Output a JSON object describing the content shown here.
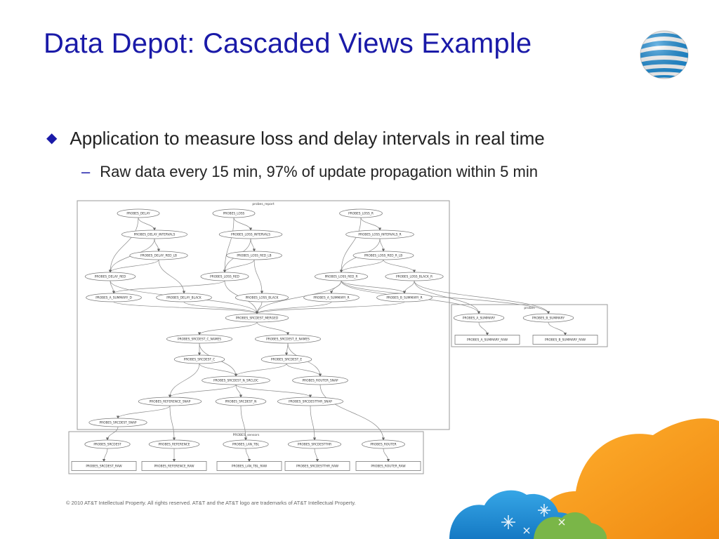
{
  "slide": {
    "title": "Data Depot: Cascaded Views Example",
    "bullet1": "Application to measure loss and delay intervals in real time",
    "bullet2": "Raw data every 15 min, 97% of update propagation within 5 min",
    "footer": "© 2010 AT&T Intellectual Property. All rights reserved. AT&T and the AT&T logo are trademarks of AT&T Intellectual Property."
  },
  "colors": {
    "title": "#1a1aa8",
    "logo_blue": "#1f8ed6",
    "cloud_orange": "#f39a1e",
    "cloud_blue": "#1a8fd6",
    "cloud_green": "#7ab648"
  },
  "icons": {
    "logo": "att-globe-logo",
    "bullet": "diamond-bullet",
    "sub_bullet": "en-dash"
  },
  "diagram": {
    "clusters": [
      {
        "id": "report",
        "label": "probes_report"
      },
      {
        "id": "probes",
        "label": "probes"
      },
      {
        "id": "sensors",
        "label": "PROBES_sensors"
      }
    ],
    "nodes": [
      {
        "id": "n1",
        "label": "PROBES_DELAY",
        "shape": "ellipse"
      },
      {
        "id": "n2",
        "label": "PROBES_LOSS",
        "shape": "ellipse"
      },
      {
        "id": "n3",
        "label": "PROBES_LOSS_R",
        "shape": "ellipse"
      },
      {
        "id": "n4",
        "label": "PROBES_DELAY_INTERVALS",
        "shape": "ellipse"
      },
      {
        "id": "n5",
        "label": "PROBES_LOSS_INTERVALS",
        "shape": "ellipse"
      },
      {
        "id": "n6",
        "label": "PROBES_LOSS_INTERVALS_R",
        "shape": "ellipse"
      },
      {
        "id": "n7",
        "label": "PROBES_DELAY_RED_LB",
        "shape": "ellipse"
      },
      {
        "id": "n8",
        "label": "PROBES_LOSS_RED_LB",
        "shape": "ellipse"
      },
      {
        "id": "n9",
        "label": "PROBES_LOSS_RED_R_LB",
        "shape": "ellipse"
      },
      {
        "id": "n10",
        "label": "PROBES_DELAY_RED",
        "shape": "ellipse"
      },
      {
        "id": "n11",
        "label": "PROBES_LOSS_RED",
        "shape": "ellipse"
      },
      {
        "id": "n12",
        "label": "PROBES_LOSS_RED_R",
        "shape": "ellipse"
      },
      {
        "id": "n13",
        "label": "PROBES_LOSS_BLACK_R",
        "shape": "ellipse"
      },
      {
        "id": "n14",
        "label": "PROBES_A_SUMMARY_D",
        "shape": "ellipse"
      },
      {
        "id": "n15",
        "label": "PROBES_DELAY_BLACK",
        "shape": "ellipse"
      },
      {
        "id": "n16",
        "label": "PROBES_LOSS_BLACK",
        "shape": "ellipse"
      },
      {
        "id": "n17",
        "label": "PROBES_A_SUMMARY_R",
        "shape": "ellipse"
      },
      {
        "id": "n18",
        "label": "PROBES_B_SUMMARY_R",
        "shape": "ellipse"
      },
      {
        "id": "n19",
        "label": "PROBES_A_SUMMARY",
        "shape": "ellipse"
      },
      {
        "id": "n20",
        "label": "PROBES_B_SUMMARY",
        "shape": "ellipse"
      },
      {
        "id": "n21",
        "label": "PROBES_SRCDEST_MERGED",
        "shape": "ellipse"
      },
      {
        "id": "n22",
        "label": "PROBES_A_SUMMARY_RAW",
        "shape": "box"
      },
      {
        "id": "n23",
        "label": "PROBES_B_SUMMARY_RAW",
        "shape": "box"
      },
      {
        "id": "n24",
        "label": "PROBES_SRCDEST_C_NAMES",
        "shape": "ellipse"
      },
      {
        "id": "n25",
        "label": "PROBES_SRCDEST_E_NAMES",
        "shape": "ellipse"
      },
      {
        "id": "n26",
        "label": "PROBES_SRCDEST_C",
        "shape": "ellipse"
      },
      {
        "id": "n27",
        "label": "PROBES_SRCDEST_E",
        "shape": "ellipse"
      },
      {
        "id": "n28",
        "label": "PROBES_SRCDEST_N_SRCLOC",
        "shape": "ellipse"
      },
      {
        "id": "n29",
        "label": "PROBES_ROUTER_SNAP",
        "shape": "ellipse"
      },
      {
        "id": "n30",
        "label": "PROBES_REFERENCE_SNAP",
        "shape": "ellipse"
      },
      {
        "id": "n31",
        "label": "PROBES_SRCDEST_N",
        "shape": "ellipse"
      },
      {
        "id": "n32",
        "label": "PROBES_SRCDESTTHR_SNAP",
        "shape": "ellipse"
      },
      {
        "id": "n33",
        "label": "PROBES_SRCDEST_SNAP",
        "shape": "ellipse"
      },
      {
        "id": "n34",
        "label": "PROBES_SRCDEST",
        "shape": "ellipse"
      },
      {
        "id": "n35",
        "label": "PROBES_REFERENCE",
        "shape": "ellipse"
      },
      {
        "id": "n36",
        "label": "PROBES_LAN_TBL",
        "shape": "ellipse"
      },
      {
        "id": "n37",
        "label": "PROBES_SRCDESTTHR",
        "shape": "ellipse"
      },
      {
        "id": "n38",
        "label": "PROBES_ROUTER",
        "shape": "ellipse"
      },
      {
        "id": "n39",
        "label": "PROBES_SRCDEST_RAW",
        "shape": "box"
      },
      {
        "id": "n40",
        "label": "PROBES_REFERENCE_RAW",
        "shape": "box"
      },
      {
        "id": "n41",
        "label": "PROBES_LAN_TBL_RAW",
        "shape": "box"
      },
      {
        "id": "n42",
        "label": "PROBES_SRCDESTTHR_RAW",
        "shape": "box"
      },
      {
        "id": "n43",
        "label": "PROBES_ROUTER_RAW",
        "shape": "box"
      }
    ],
    "edges": [
      [
        "n1",
        "n4"
      ],
      [
        "n1",
        "n10"
      ],
      [
        "n2",
        "n5"
      ],
      [
        "n2",
        "n11"
      ],
      [
        "n3",
        "n6"
      ],
      [
        "n3",
        "n12"
      ],
      [
        "n4",
        "n7"
      ],
      [
        "n4",
        "n10"
      ],
      [
        "n5",
        "n8"
      ],
      [
        "n5",
        "n11"
      ],
      [
        "n6",
        "n9"
      ],
      [
        "n6",
        "n12"
      ],
      [
        "n7",
        "n10"
      ],
      [
        "n7",
        "n15"
      ],
      [
        "n8",
        "n11"
      ],
      [
        "n8",
        "n16"
      ],
      [
        "n9",
        "n12"
      ],
      [
        "n9",
        "n13"
      ],
      [
        "n10",
        "n14"
      ],
      [
        "n10",
        "n21"
      ],
      [
        "n11",
        "n14"
      ],
      [
        "n11",
        "n21"
      ],
      [
        "n12",
        "n17"
      ],
      [
        "n12",
        "n18"
      ],
      [
        "n12",
        "n21"
      ],
      [
        "n13",
        "n18"
      ],
      [
        "n13",
        "n19"
      ],
      [
        "n13",
        "n20"
      ],
      [
        "n14",
        "n21"
      ],
      [
        "n15",
        "n21"
      ],
      [
        "n16",
        "n21"
      ],
      [
        "n17",
        "n21"
      ],
      [
        "n18",
        "n21"
      ],
      [
        "n12",
        "n19"
      ],
      [
        "n12",
        "n20"
      ],
      [
        "n19",
        "n22"
      ],
      [
        "n20",
        "n23"
      ],
      [
        "n21",
        "n24"
      ],
      [
        "n21",
        "n25"
      ],
      [
        "n24",
        "n26"
      ],
      [
        "n24",
        "n28"
      ],
      [
        "n25",
        "n27"
      ],
      [
        "n25",
        "n29"
      ],
      [
        "n26",
        "n28"
      ],
      [
        "n26",
        "n30"
      ],
      [
        "n27",
        "n28"
      ],
      [
        "n27",
        "n29"
      ],
      [
        "n28",
        "n30"
      ],
      [
        "n28",
        "n31"
      ],
      [
        "n28",
        "n32"
      ],
      [
        "n30",
        "n33"
      ],
      [
        "n31",
        "n36"
      ],
      [
        "n32",
        "n37"
      ],
      [
        "n29",
        "n38"
      ],
      [
        "n33",
        "n34"
      ],
      [
        "n30",
        "n35"
      ],
      [
        "n34",
        "n39"
      ],
      [
        "n35",
        "n40"
      ],
      [
        "n36",
        "n41"
      ],
      [
        "n37",
        "n42"
      ],
      [
        "n38",
        "n43"
      ]
    ]
  }
}
